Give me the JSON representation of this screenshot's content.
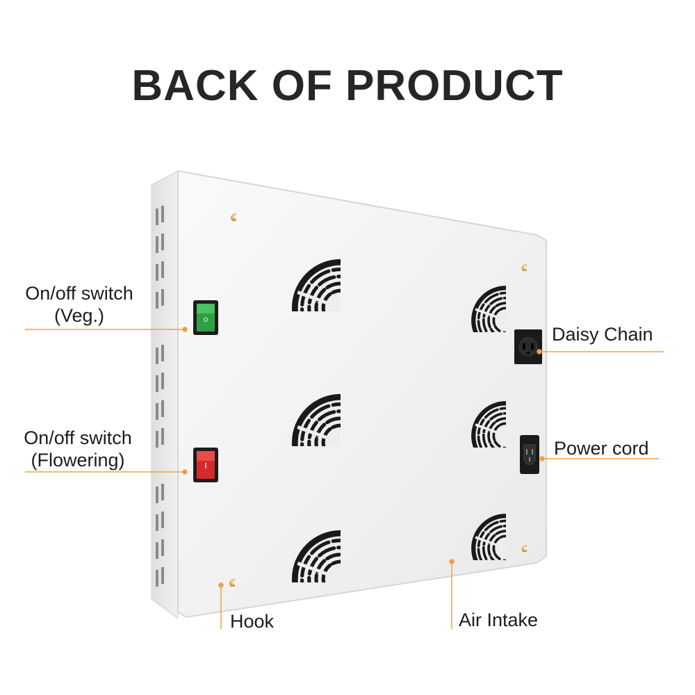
{
  "title": "BACK OF PRODUCT",
  "colors": {
    "leader_line": "#f0a04b",
    "panel": "#f4f4f4",
    "panel_edge": "#d9d9d9",
    "vent": "#1b1b1b",
    "switch_green": "#2ea043",
    "switch_red": "#d42a2a",
    "hook_brass": "#c9a860"
  },
  "callouts": {
    "switch_veg": {
      "line1": "On/off switch",
      "line2": "(Veg.)"
    },
    "switch_flowering": {
      "line1": "On/off switch",
      "line2": "(Flowering)"
    },
    "daisy_chain": "Daisy Chain",
    "power_cord": "Power cord",
    "hook": "Hook",
    "air_intake": "Air Intake"
  },
  "icons": {
    "fan": "fan-grille-icon",
    "hook": "brass-hook-icon",
    "switch": "rocker-switch-icon",
    "socket": "socket-icon"
  }
}
